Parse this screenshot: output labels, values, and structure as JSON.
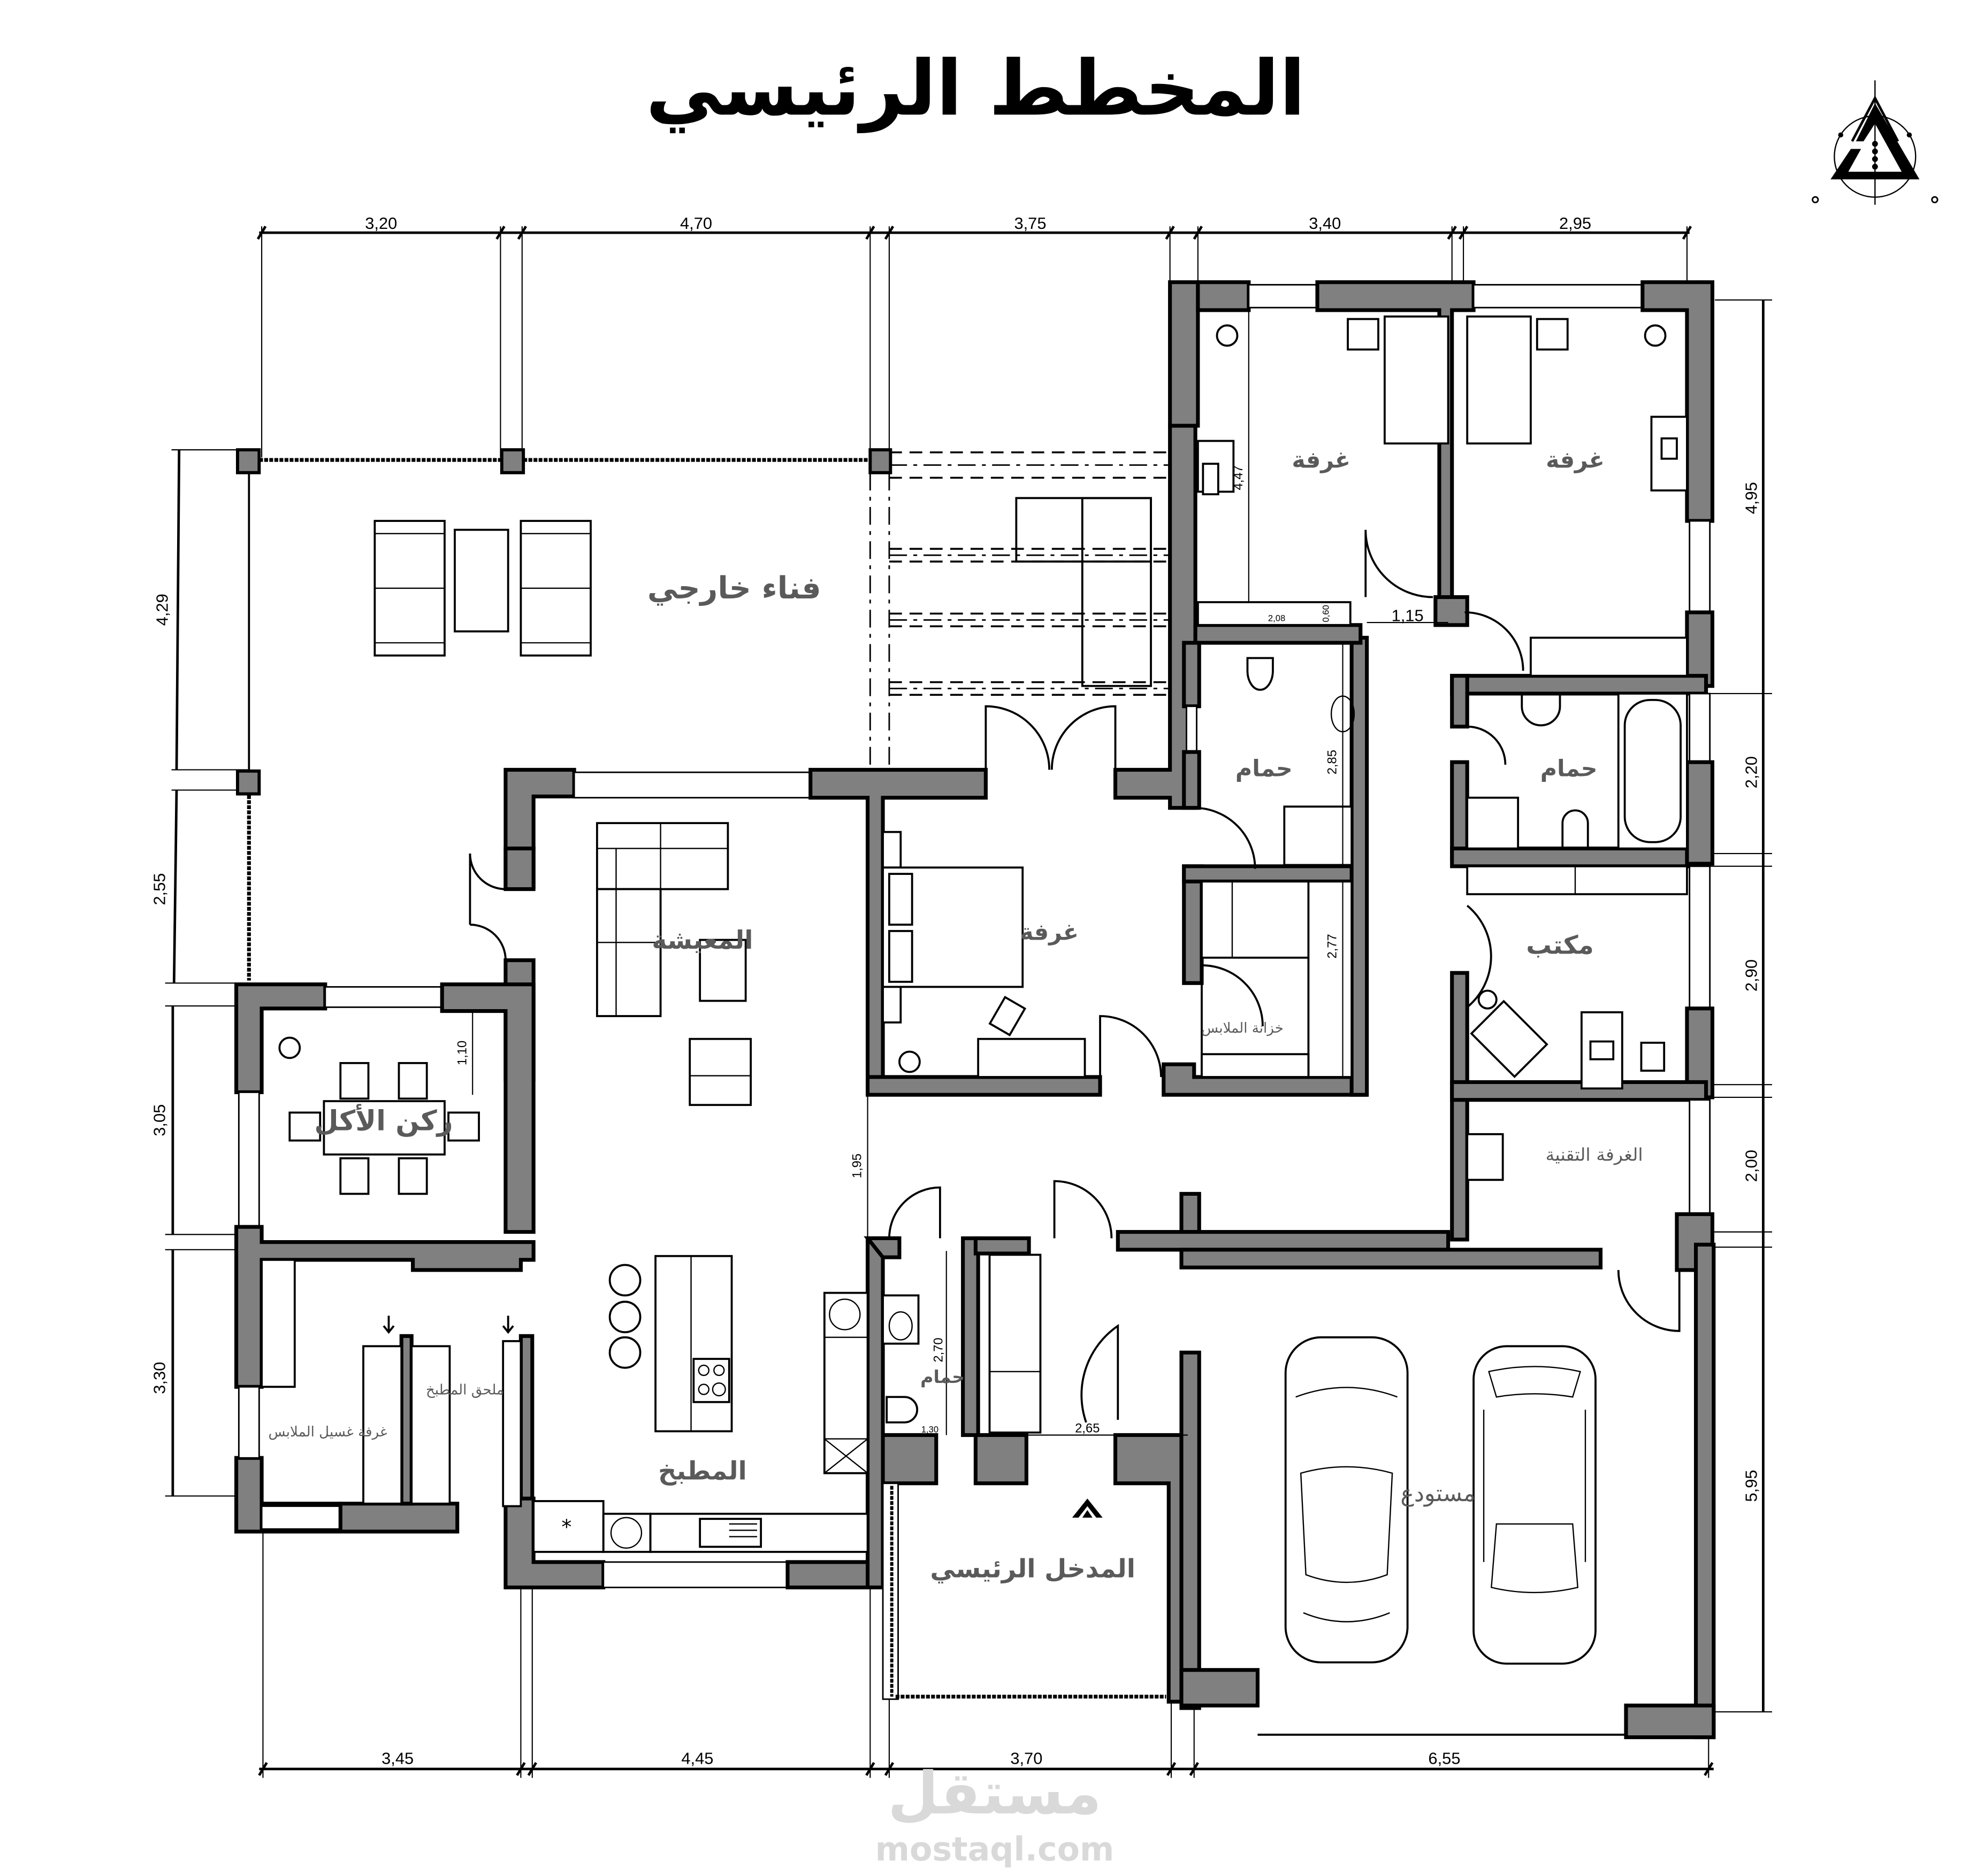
{
  "title": "المخطط الرئيسي",
  "logo": {
    "icon": "triangle-logo-icon"
  },
  "colors": {
    "wall_fill": "#808080",
    "label_text": "#5a5a5a",
    "outline": "#000000",
    "watermark": "#d9d9d9"
  },
  "rooms": {
    "courtyard": "فناء خارجي",
    "living": "المعيشة",
    "dining": "ركن الأكل",
    "kitchen": "المطبخ",
    "kitchen_annex": "ملحق المطبخ",
    "laundry": "غرفة غسيل الملابس",
    "bedroom_center": "غرفة",
    "bedroom_top_left": "غرفة",
    "bedroom_top_right": "غرفة",
    "bath_center": "حمام",
    "bath_right": "حمام",
    "wc": "حمام",
    "wardrobe": "خزانة الملابس",
    "office": "مكتب",
    "tech_room": "الغرفة التقنية",
    "main_entrance": "المدخل الرئيسي",
    "garage": "مستودع"
  },
  "dimensions": {
    "top": [
      "3,20",
      "4,70",
      "3,75",
      "3,40",
      "2,95"
    ],
    "bottom": [
      "3,45",
      "4,45",
      "3,70",
      "6,55"
    ],
    "left": [
      "4,29",
      "2,55",
      "3,05",
      "3,30"
    ],
    "right": [
      "4,95",
      "2,20",
      "2,90",
      "2,00",
      "5,95"
    ],
    "interior": {
      "bedroom_depth": "4,47",
      "closet_width": "2,08",
      "closet_depth": "0,60",
      "corridor_width": "1,15",
      "bath_center_length": "2,85",
      "wardrobe_length": "2,77",
      "dining_offset": "1,10",
      "kitchen_passage": "1,95",
      "wc_length": "2,70",
      "wc_width": "1,30",
      "entrance_width": "2,65"
    }
  },
  "watermark": {
    "arabic": "مستقل",
    "latin": "mostaql.com"
  }
}
